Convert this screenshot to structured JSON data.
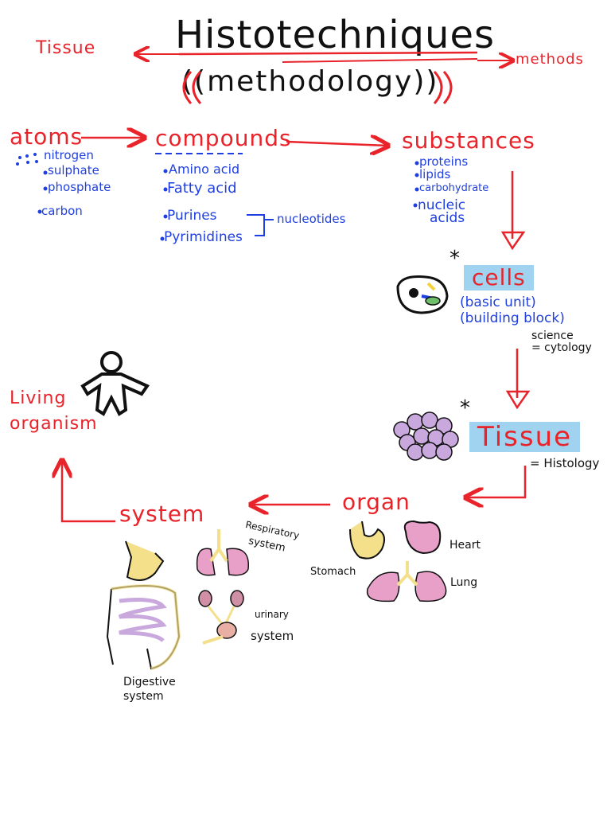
{
  "header": {
    "title": "Histotechniques",
    "subtitle": "((methodology))",
    "left_label": "Tissue",
    "right_label": "methods"
  },
  "atoms": {
    "label": "atoms",
    "items": [
      "nitrogen",
      "sulphate",
      "phosphate",
      "carbon"
    ]
  },
  "compounds": {
    "label": "compounds",
    "items": [
      "Amino acid",
      "Fatty acid",
      "Purines",
      "Pyrimidines"
    ],
    "nucleotides": "nucleotides"
  },
  "substances": {
    "label": "substances",
    "items": [
      "proteins",
      "lipids",
      "carbohydrate",
      "nucleic",
      "acids"
    ]
  },
  "cells": {
    "star": "*",
    "label": "cells",
    "notes": [
      "(basic unit)",
      "(building block)"
    ],
    "science": "science",
    "cytology": "= cytology"
  },
  "tissue": {
    "star": "*",
    "label": "Tissue",
    "histology": "= Histology"
  },
  "organ": {
    "label": "organ",
    "items": [
      "Heart",
      "Stomach",
      "Lung"
    ]
  },
  "system": {
    "label": "system",
    "items": [
      "Respiratory",
      "system",
      "urinary",
      "system",
      "Digestive",
      "system"
    ]
  },
  "organism": {
    "label_line1": "Living",
    "label_line2": "organism"
  },
  "colors": {
    "red": "#e8232a",
    "blue": "#1f3fe0",
    "black": "#111111",
    "highlight": "#9fd3ef",
    "pink": "#e8a0c8",
    "yellow": "#f4e08a"
  }
}
